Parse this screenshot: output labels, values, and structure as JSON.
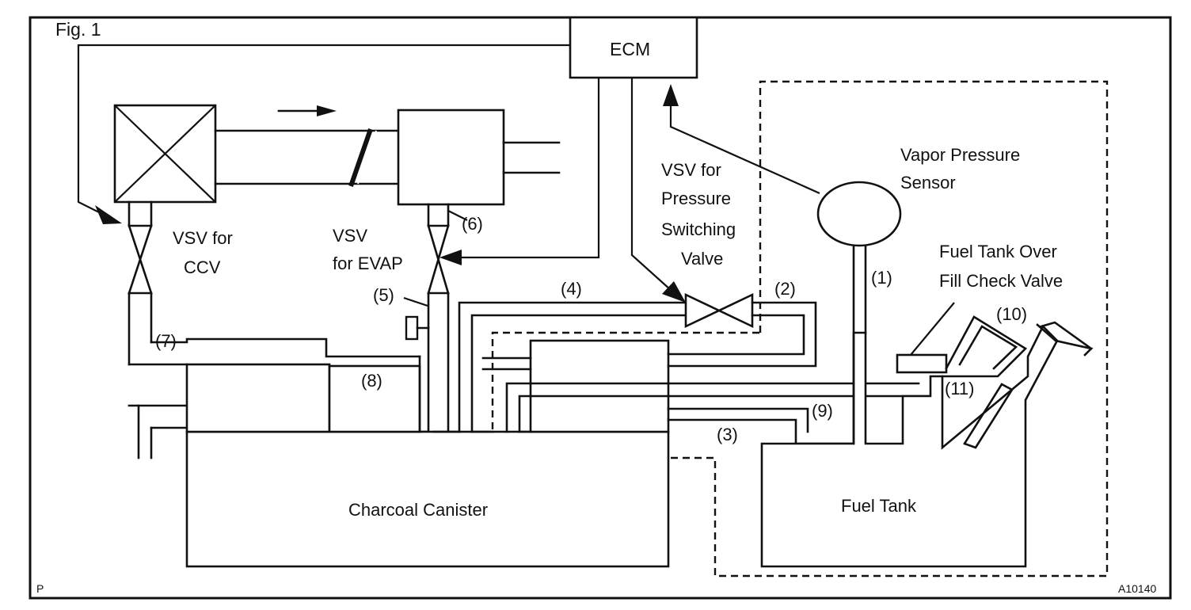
{
  "figure_label": "Fig. 1",
  "ecm": "ECM",
  "labels": {
    "vapor_pressure_sensor_1": "Vapor Pressure",
    "vapor_pressure_sensor_2": "Sensor",
    "vsv_pressure_1": "VSV for",
    "vsv_pressure_2": "Pressure",
    "vsv_pressure_3": "Switching",
    "vsv_pressure_4": "Valve",
    "vsv_ccv_1": "VSV for",
    "vsv_ccv_2": "CCV",
    "vsv_evap_1": "VSV",
    "vsv_evap_2": "for EVAP",
    "fill_check_1": "Fuel Tank Over",
    "fill_check_2": "Fill Check Valve",
    "charcoal_canister": "Charcoal Canister",
    "fuel_tank": "Fuel Tank"
  },
  "ports": {
    "p1": "(1)",
    "p2": "(2)",
    "p3": "(3)",
    "p4": "(4)",
    "p5": "(5)",
    "p6": "(6)",
    "p7": "(7)",
    "p8": "(8)",
    "p9": "(9)",
    "p10": "(10)",
    "p11": "(11)"
  },
  "corner_left": "P",
  "corner_right": "A10140"
}
